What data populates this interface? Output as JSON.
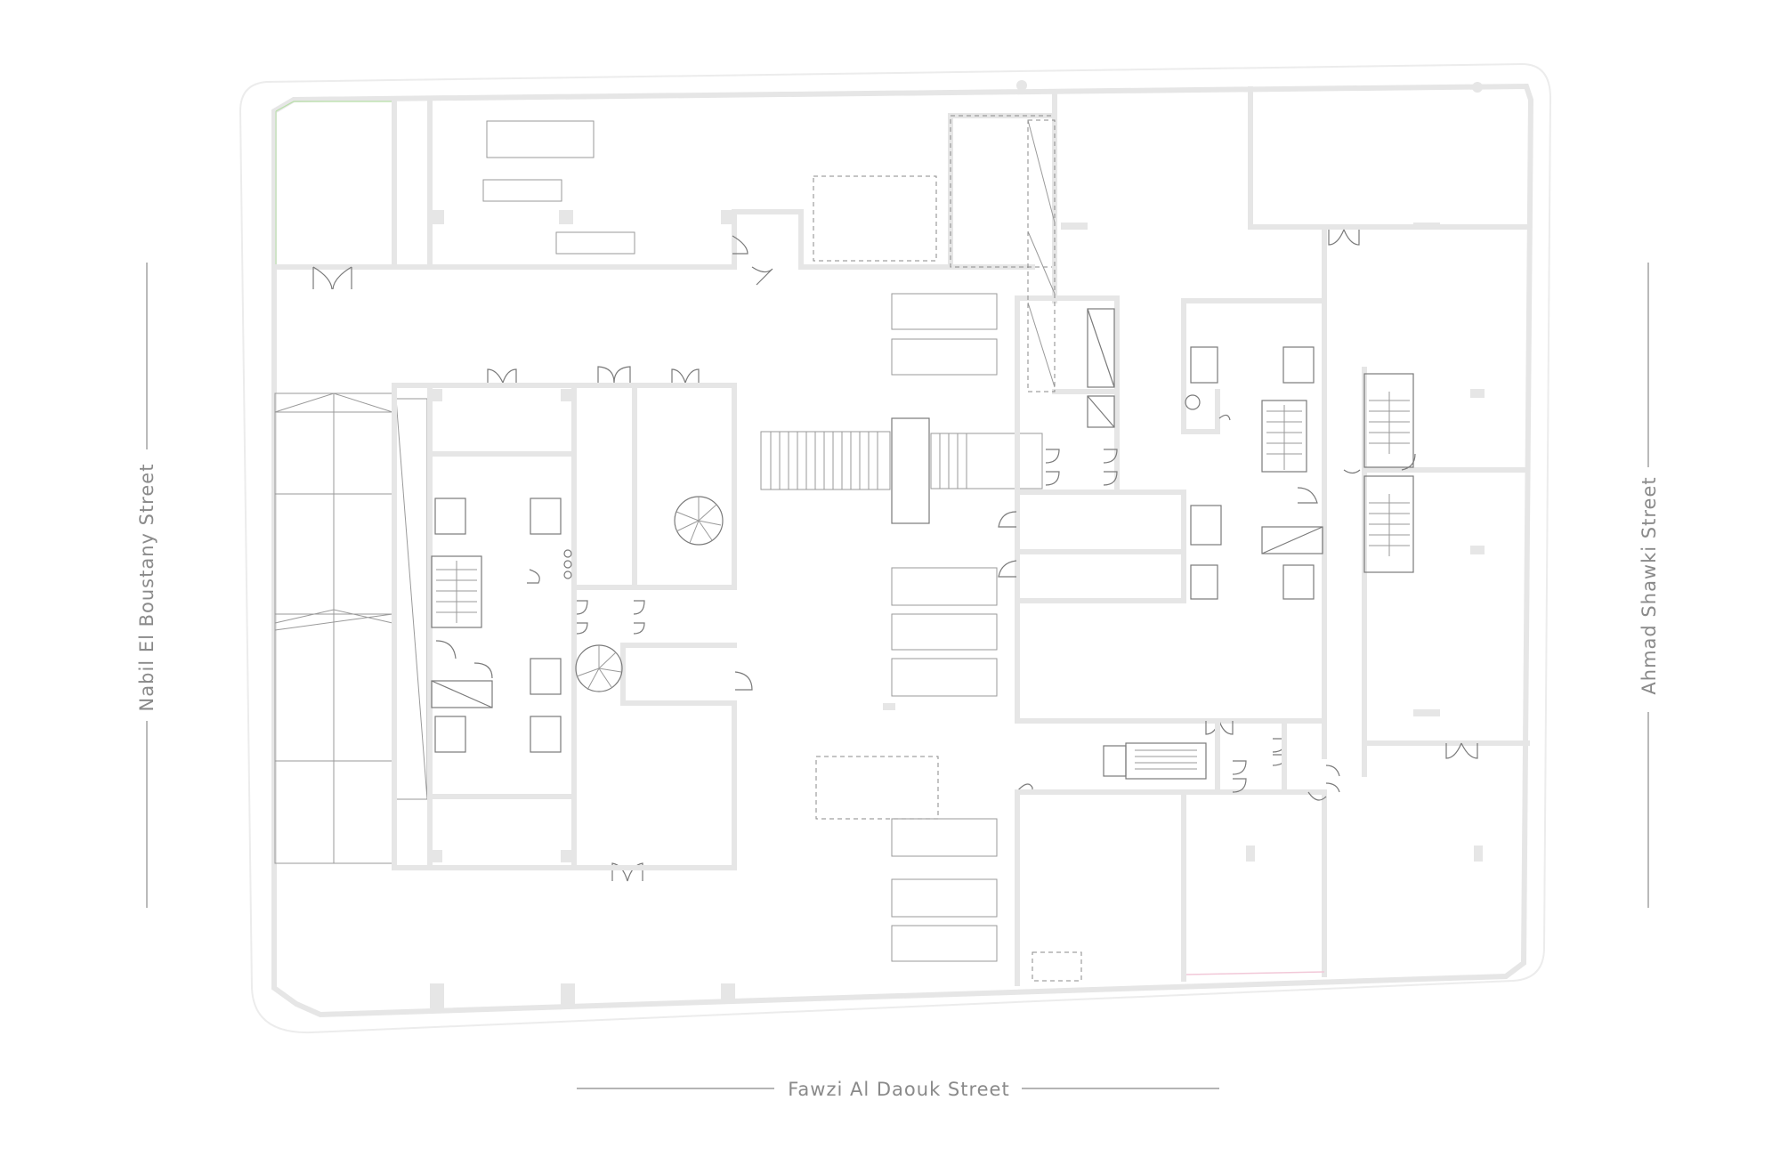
{
  "streets": {
    "west": "Nabil El Boustany Street",
    "south": "Fawzi Al Daouk Street",
    "east": "Ahmad Shawki Street"
  },
  "colors": {
    "label": "#8a8a8a",
    "wall": "#e6e6e6",
    "fixture": "#7a7a7a",
    "accent_green": "#b8e0a8",
    "accent_pink": "#f2c8d8"
  }
}
